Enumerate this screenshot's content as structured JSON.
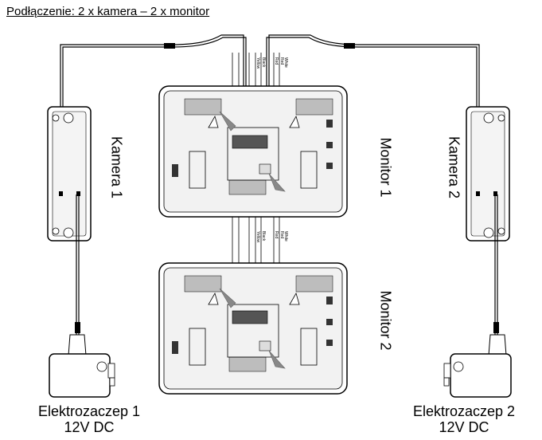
{
  "title": "Podłączenie: 2 x kamera – 2 x monitor",
  "labels": {
    "camera1": "Kamera 1",
    "camera2": "Kamera 2",
    "monitor1": "Monitor 1",
    "monitor2": "Monitor 2",
    "lock1_name": "Elektrozaczep 1",
    "lock1_power": "12V DC",
    "lock2_name": "Elektrozaczep 2",
    "lock2_power": "12V DC"
  },
  "wires": {
    "left_bundle": [
      "Black",
      "White",
      "Yellow"
    ],
    "right_bundle": [
      "Red",
      "Red",
      "White",
      "Black",
      "Yellow"
    ]
  },
  "colors": {
    "line": "#000000",
    "device_fill": "#eeeeee",
    "screen_fill": "#d9d9d9",
    "arrow": "#888888"
  }
}
